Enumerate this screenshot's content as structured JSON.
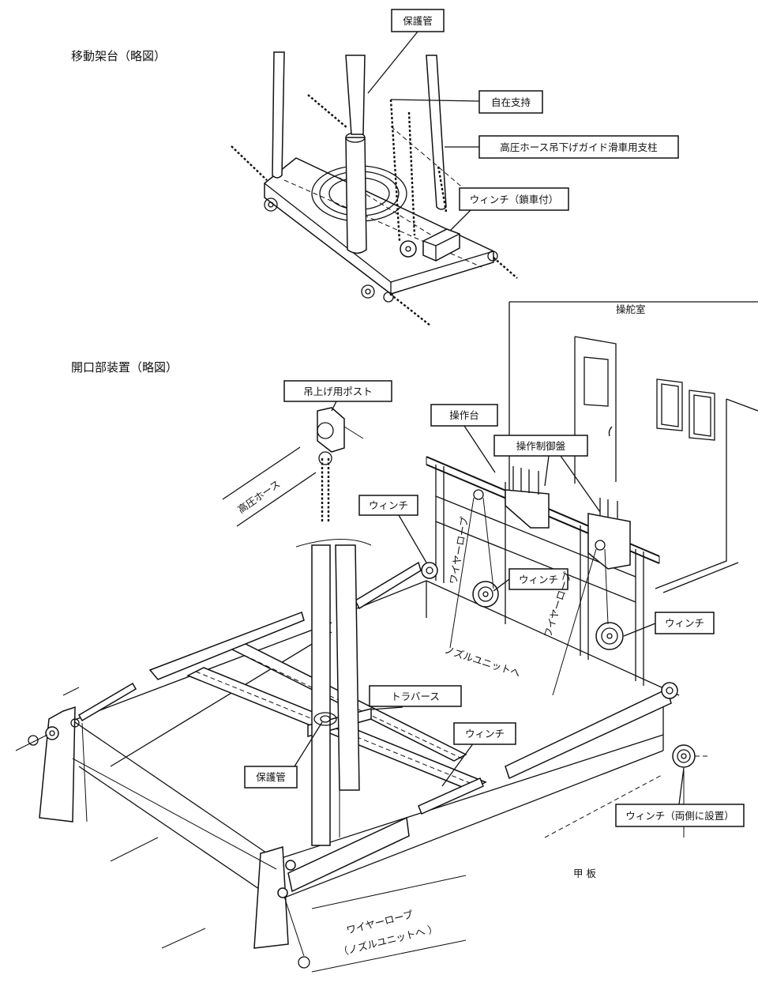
{
  "sections": {
    "mobile_platform_title": "移動架台（略図）",
    "opening_device_title": "開口部装置（略図）"
  },
  "labels": {
    "protective_pipe_top": "保護管",
    "free_support": "自在支持",
    "hose_guide_pillar": "高圧ホース吊下げガイド滑車用支柱",
    "winch_with_chain": "ウィンチ（鎖車付）",
    "wheelhouse": "操舵室",
    "lifting_post": "吊上げ用ポスト",
    "operation_stand": "操作台",
    "control_panel": "操作制御盤",
    "high_pressure_hose": "高圧ホース",
    "winch_left": "ウィンチ",
    "winch_middle": "ウィンチ",
    "winch_right": "ウィンチ",
    "wire_rope_1": "ワイヤーロープ",
    "wire_rope_2": "ワイヤーロープ",
    "to_nozzle_unit": "ノズルユニットへ",
    "traverse": "トラバース",
    "protective_pipe_bottom": "保護管",
    "winch_traverse": "ウィンチ",
    "winch_both_sides": "ウィンチ（両側に設置）",
    "deck": "甲 板",
    "wire_rope_bottom": "ワイヤーロープ",
    "to_nozzle_unit_bottom": "（ノズルユニットへ ）"
  }
}
